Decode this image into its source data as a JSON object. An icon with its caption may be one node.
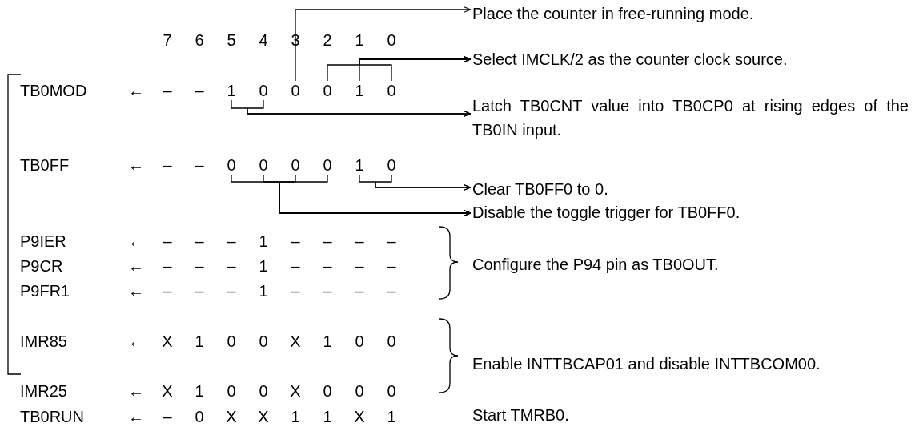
{
  "diagram": {
    "nodes": [
      {
        "text": [
          "Place the counter in free-running mode."
        ]
      },
      {
        "text": [
          "Select IMCLK/2 as the counter clock source."
        ]
      },
      {
        "text": [
          "1"
        ]
      },
      {
        "text": [
          "0"
        ]
      },
      {
        "text": [
          "0"
        ]
      },
      {
        "text": [
          "0"
        ]
      },
      {
        "text": [
          "1"
        ]
      },
      {
        "text": [
          "0"
        ]
      },
      {
        "text": [
          "Latch TB0CNT value into TB0CP0 at rising edges of the TB0IN input."
        ]
      },
      {
        "text": [
          "0"
        ]
      },
      {
        "text": [
          "0"
        ]
      },
      {
        "text": [
          "0"
        ]
      },
      {
        "text": [
          "0"
        ]
      },
      {
        "text": [
          "1"
        ]
      },
      {
        "text": [
          "0"
        ]
      },
      {
        "text": [
          "Clear TB0FF0 to 0."
        ]
      },
      {
        "text": [
          "Disable the toggle trigger for TB0FF0."
        ]
      }
    ],
    "edges": [
      {
        "from": 4,
        "to": 0,
        "arrow": "to"
      },
      {
        "from": 5,
        "to": 1,
        "arrow": "to"
      },
      {
        "from": 6,
        "to": 1,
        "arrow": "to"
      },
      {
        "from": 7,
        "to": 1,
        "arrow": "to"
      },
      {
        "from": 2,
        "to": 8,
        "arrow": "to"
      },
      {
        "from": 3,
        "to": 8,
        "arrow": "to"
      },
      {
        "from": 13,
        "to": 15,
        "arrow": "to"
      },
      {
        "from": 14,
        "to": 15,
        "arrow": "to"
      },
      {
        "from": 9,
        "to": 16,
        "arrow": "to"
      },
      {
        "from": 10,
        "to": 16,
        "arrow": "to"
      },
      {
        "from": 11,
        "to": 16,
        "arrow": "to"
      },
      {
        "from": 12,
        "to": 16,
        "arrow": "to"
      }
    ],
    "labels": [
      "7",
      "6",
      "5",
      "4",
      "3",
      "2",
      "1",
      "0",
      "TB0MOD",
      "←",
      "–",
      "–",
      "TB0FF",
      "←",
      "–",
      "–",
      "P9IER",
      "←",
      "–",
      "–",
      "–",
      "1",
      "–",
      "–",
      "–",
      "–",
      "P9CR",
      "←",
      "–",
      "–",
      "–",
      "1",
      "–",
      "–",
      "–",
      "–",
      "Configure the P94 pin as TB0OUT.",
      "P9FR1",
      "←",
      "–",
      "–",
      "–",
      "1",
      "–",
      "–",
      "–",
      "–",
      "IMR85",
      "←",
      "X",
      "1",
      "0",
      "0",
      "X",
      "1",
      "0",
      "0",
      "Enable INTTBCAP01 and disable INTTBCOM00.",
      "IMR25",
      "←",
      "X",
      "1",
      "0",
      "0",
      "X",
      "0",
      "0",
      "0",
      "TB0RUN",
      "←",
      "–",
      "0",
      "X",
      "X",
      "1",
      "1",
      "X",
      "1",
      "Start TMRB0."
    ]
  }
}
